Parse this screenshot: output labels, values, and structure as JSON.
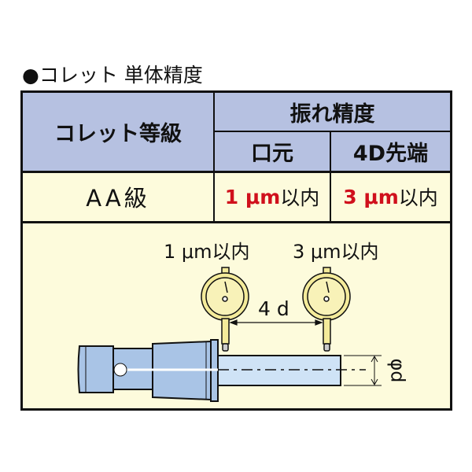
{
  "title": "●コレット 単体精度",
  "table": {
    "header_grade": "コレット等級",
    "header_runout": "振れ精度",
    "header_mouth": "口元",
    "header_tip": "4D先端",
    "grade": "AA級",
    "mouth_value_num": "1 μm",
    "mouth_value_suffix": "以内",
    "tip_value_num": "3 μm",
    "tip_value_suffix": "以内"
  },
  "diagram": {
    "label_mouth": "1 μm以内",
    "label_tip": "3 μm以内",
    "distance_label": "4 d",
    "diameter_label": "φd"
  },
  "colors": {
    "header_bg": "#b6c1e1",
    "cell_bg": "#fdfbdc",
    "accent_red": "#d0101c",
    "collet_blue": "#a9c4e6",
    "gauge_yellow": "#f4eb9a"
  }
}
